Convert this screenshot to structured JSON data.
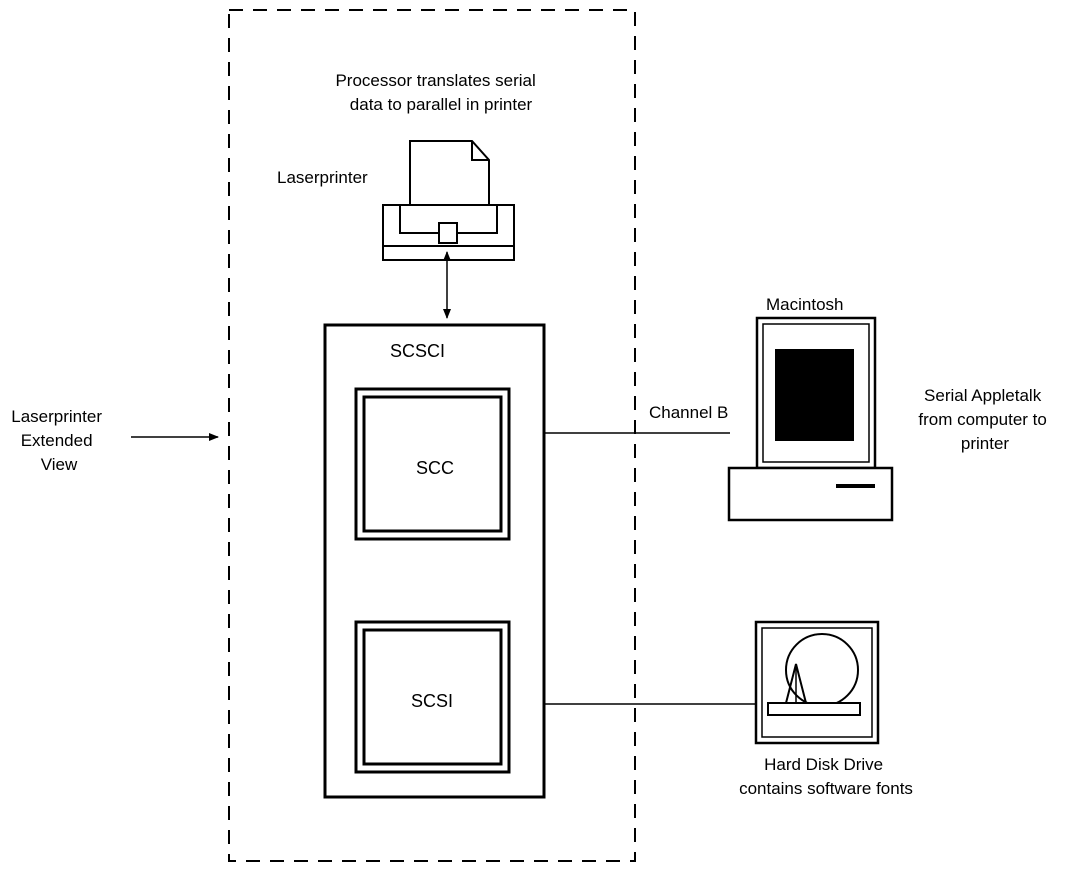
{
  "diagram": {
    "processor_note": [
      "Processor translates serial",
      "data to parallel in printer"
    ],
    "laserprinter_label": "Laserprinter",
    "extended_view_label": [
      "Laserprinter",
      "Extended",
      "View"
    ],
    "scsci_label": "SCSCI",
    "scc_label": "SCC",
    "scsi_label": "SCSI",
    "channel_b_label": "Channel B",
    "macintosh_label": "Macintosh",
    "serial_note": [
      "Serial Appletalk",
      "from computer to",
      "printer"
    ],
    "hard_disk_note": [
      "Hard Disk Drive",
      "contains software fonts"
    ]
  }
}
